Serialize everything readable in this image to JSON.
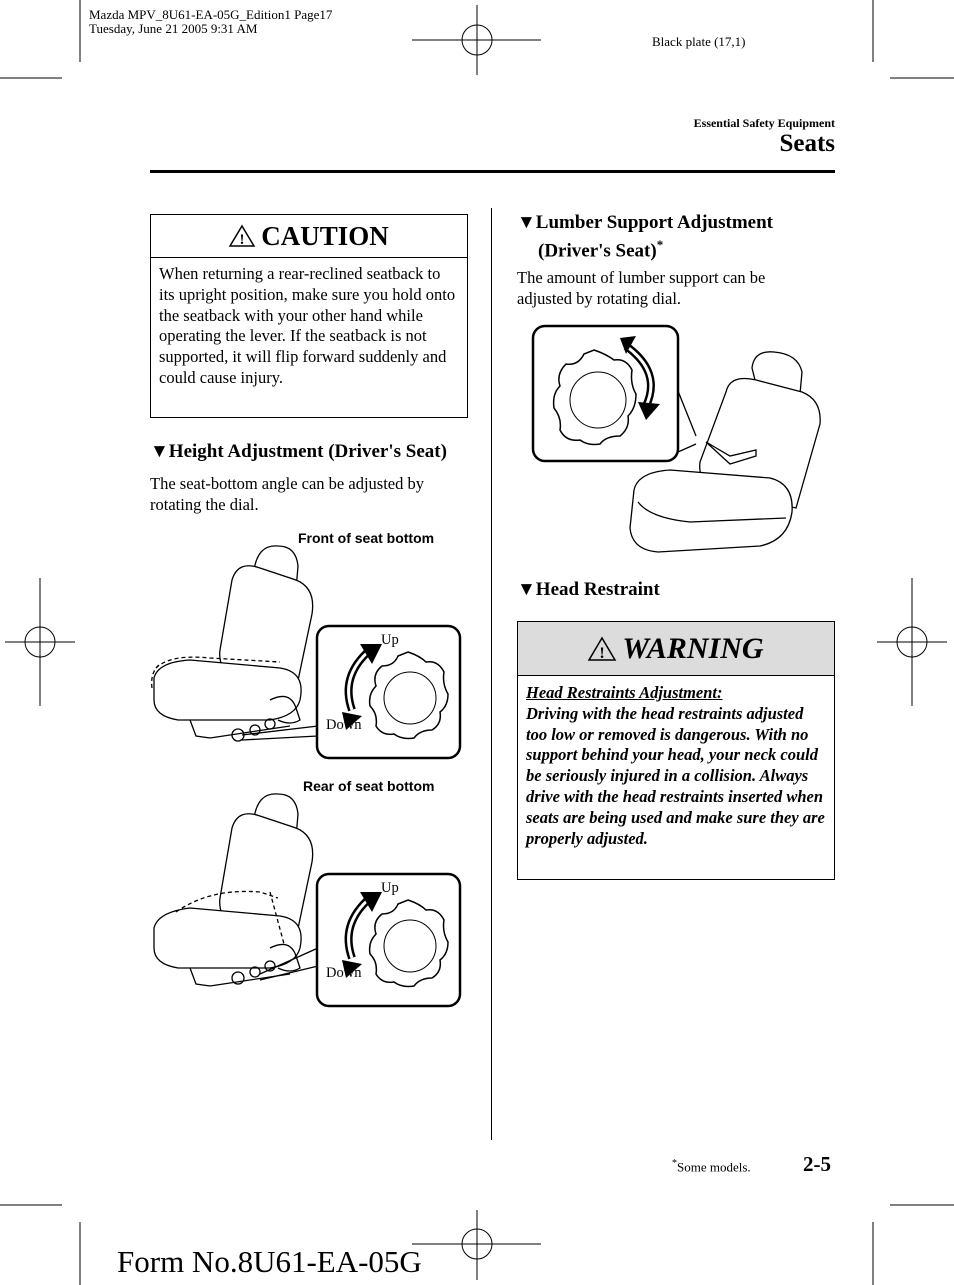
{
  "print_header": {
    "line1": "Mazda MPV_8U61-EA-05G_Edition1 Page17",
    "line2": "Tuesday, June 21 2005 9:31 AM",
    "plate": "Black plate (17,1)"
  },
  "section": {
    "subtitle": "Essential Safety Equipment",
    "title": "Seats"
  },
  "caution": {
    "title": "CAUTION",
    "text": "When returning a rear-reclined seatback to its upright position, make sure you hold onto the seatback with your other hand while operating the lever. If the seatback is not supported, it will flip forward suddenly and could cause injury."
  },
  "height": {
    "heading": "▼Height Adjustment (Driver's Seat)",
    "body": "The seat-bottom angle can be adjusted by rotating the dial.",
    "front_label": "Front of seat bottom",
    "rear_label": "Rear of seat bottom",
    "up_label": "Up",
    "down_label": "Down"
  },
  "lumbar": {
    "heading_line1": "▼Lumber Support Adjustment",
    "heading_line2": "(Driver's Seat)",
    "heading_mark": "*",
    "body": "The amount of lumber support can be adjusted by rotating dial."
  },
  "head_restraint": {
    "heading": "▼Head Restraint"
  },
  "warning": {
    "title": "WARNING",
    "subhead": "Head Restraints Adjustment:",
    "text": "Driving with the head restraints adjusted too low or removed is dangerous. With no support behind your head, your neck could be seriously injured in a collision. Always drive with the head restraints inserted when seats are being used and make sure they are properly adjusted."
  },
  "footer": {
    "footnote_mark": "*",
    "footnote": "Some models.",
    "page_number": "2-5",
    "form_number": "Form No.8U61-EA-05G"
  },
  "icons": [
    "caution-triangle-icon",
    "warning-triangle-icon",
    "dial-knob-icon",
    "rotation-arrow-icon",
    "seat-illustration-icon",
    "registration-mark-icon"
  ]
}
